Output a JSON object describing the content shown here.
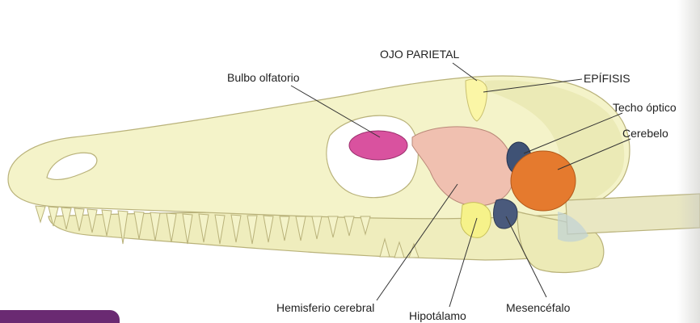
{
  "labels": {
    "ojo_parietal": "OJO PARIETAL",
    "epifisis": "EPÍFISIS",
    "bulbo_olfatorio": "Bulbo olfatorio",
    "techo_optico": "Techo óptico",
    "cerebelo": "Cerebelo",
    "hemisferio_cerebral": "Hemisferio cerebral",
    "hipotalamo": "Hipotálamo",
    "mesencefalo": "Mesencéfalo"
  },
  "colors": {
    "skull": "#f4f3c9",
    "skull_shade": "#e9e7b2",
    "olfactory_bulb": "#d9529f",
    "cerebral_hemisphere": "#f0c0b0",
    "optic_tectum": "#3f5275",
    "cerebellum": "#e57a2e",
    "mesencephalon": "#4a5a7c",
    "hypothalamus": "#f6f28a",
    "epiphysis": "#fbf6a6",
    "corner_tab": "#6a2a72"
  }
}
